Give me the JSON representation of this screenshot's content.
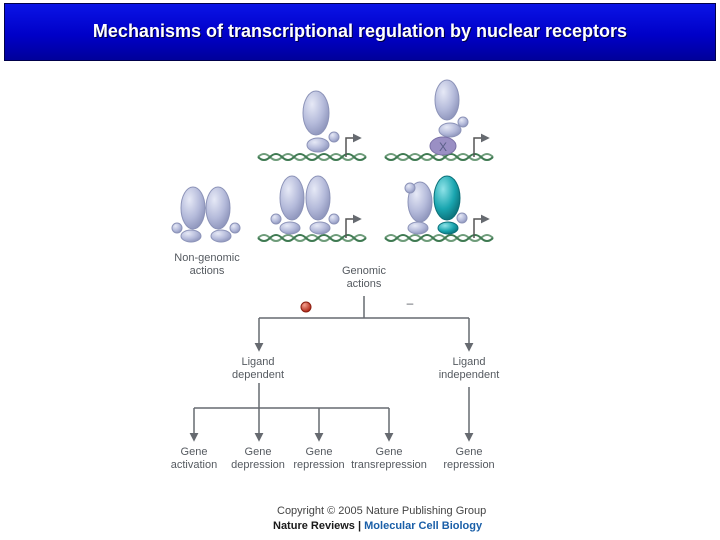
{
  "title": "Mechanisms of transcriptional regulation by nuclear receptors",
  "labels": {
    "non_genomic": [
      "Non-genomic",
      "actions"
    ],
    "genomic": [
      "Genomic",
      "actions"
    ],
    "ligand_dependent": [
      "Ligand",
      "dependent"
    ],
    "ligand_independent": [
      "Ligand",
      "independent"
    ],
    "gene_activation": [
      "Gene",
      "activation"
    ],
    "gene_depression": [
      "Gene",
      "depression"
    ],
    "gene_repression_1": [
      "Gene",
      "repression"
    ],
    "gene_transrepression": [
      "Gene",
      "transrepression"
    ],
    "gene_repression_2": [
      "Gene",
      "repression"
    ],
    "repressor_mark": "X",
    "minus_sign": "–"
  },
  "footer": {
    "copyright": "Copyright © 2005 Nature Publishing Group",
    "journal_part1": "Nature Reviews",
    "separator": " | ",
    "journal_part2": "Molecular Cell Biology"
  },
  "colors": {
    "receptor": "#b8bedd",
    "receptor_outline": "#8c93b8",
    "coactivator": "#1aa6b0",
    "ligand": "#c83a2a",
    "dna": "#6e9c7a",
    "arrow": "#666a70"
  }
}
